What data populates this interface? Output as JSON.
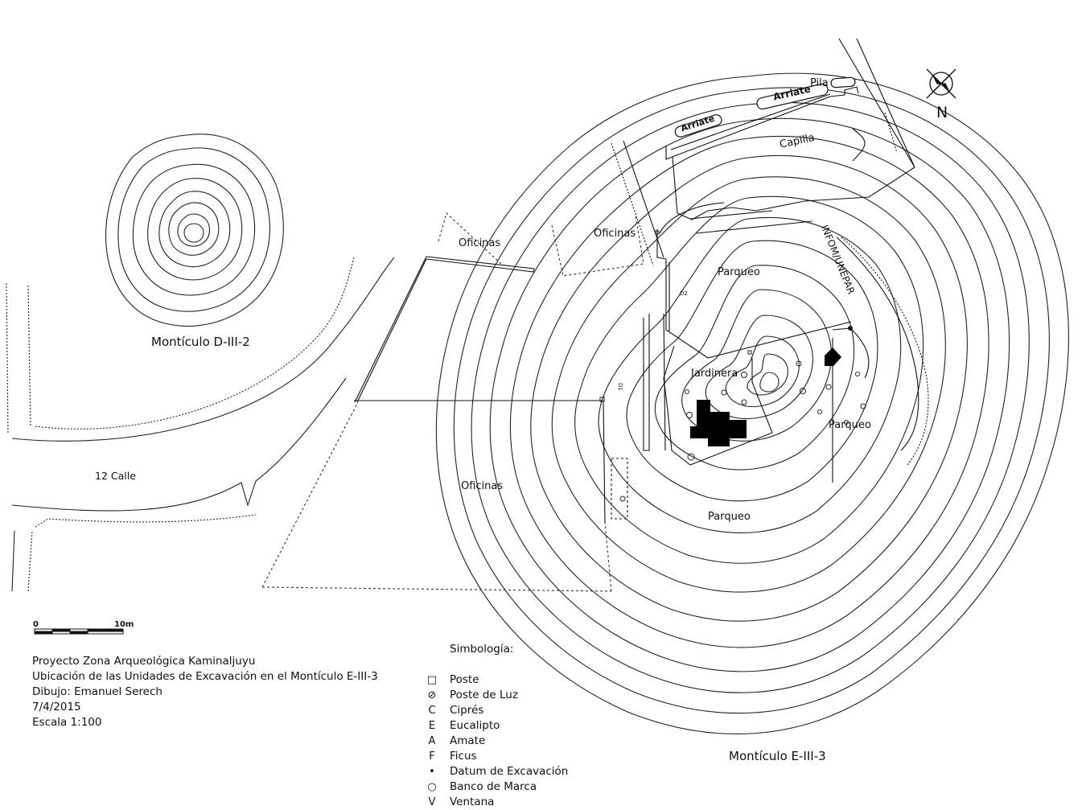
{
  "labels": {
    "oficinas_1": "Oficinas",
    "oficinas_2": "Oficinas",
    "oficinas_3": "Oficinas",
    "parqueo_1": "Parqueo",
    "parqueo_2": "Parqueo",
    "parqueo_3": "Parqueo",
    "jardinera": "Jardinera",
    "capilla": "Capilla",
    "pila": "Pila",
    "arriate_1": "Arriate",
    "arriate_2": "Arriate",
    "infom": "INFOM/UNEPAR",
    "calle": "12 Calle",
    "d1": "D1",
    "d2": "D2",
    "mound_d": "Montículo D-III-2",
    "mound_e": "Montículo E-III-3"
  },
  "north": {
    "letter": "N"
  },
  "scale_bar": {
    "start": "0",
    "end": "10m"
  },
  "info": {
    "project": "Proyecto Zona Arqueológica Kaminaljuyu",
    "subtitle": "Ubicación de las Unidades de Excavación en el Montículo E-III-3",
    "drawing": "Dibujo: Emanuel Serech",
    "date": "7/4/2015",
    "scale": "Escala 1:100"
  },
  "legend": {
    "title": "Simbología:",
    "items": [
      {
        "symbol": "□",
        "symbol_name": "square-icon",
        "label": "Poste"
      },
      {
        "symbol": "⊘",
        "symbol_name": "hatched-circle-icon",
        "label": "Poste de Luz"
      },
      {
        "symbol": "C",
        "symbol_name": "letter-c",
        "label": "Ciprés"
      },
      {
        "symbol": "E",
        "symbol_name": "letter-e",
        "label": "Eucalipto"
      },
      {
        "symbol": "A",
        "symbol_name": "letter-a",
        "label": "Amate"
      },
      {
        "symbol": "F",
        "symbol_name": "letter-f",
        "label": "Ficus"
      },
      {
        "symbol": "•",
        "symbol_name": "datum-icon",
        "label": "Datum de Excavación"
      },
      {
        "symbol": "○",
        "symbol_name": "circle-icon",
        "label": "Banco de Marca"
      },
      {
        "symbol": "V",
        "symbol_name": "letter-v",
        "label": "Ventana"
      }
    ]
  }
}
